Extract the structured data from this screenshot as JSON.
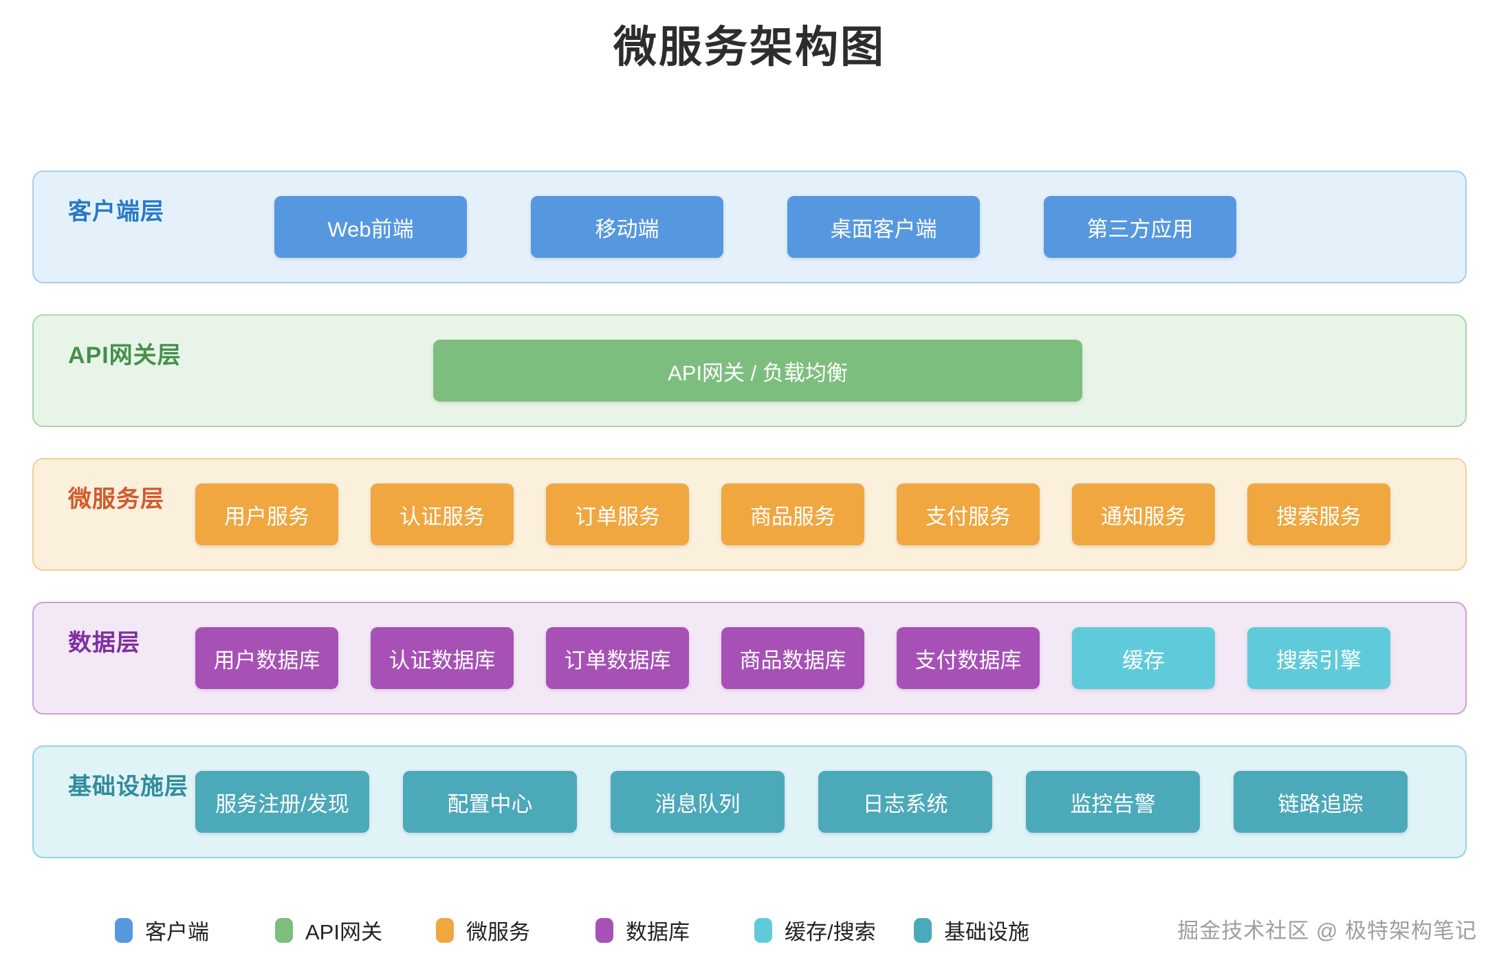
{
  "title": "微服务架构图",
  "watermark": "掘金技术社区 @ 极特架构笔记",
  "layers": {
    "client": {
      "label": "客户端层",
      "boxes": [
        "Web前端",
        "移动端",
        "桌面客户端",
        "第三方应用"
      ]
    },
    "gateway": {
      "label": "API网关层",
      "boxes": [
        "API网关 / 负载均衡"
      ]
    },
    "services": {
      "label": "微服务层",
      "boxes": [
        "用户服务",
        "认证服务",
        "订单服务",
        "商品服务",
        "支付服务",
        "通知服务",
        "搜索服务"
      ]
    },
    "data": {
      "label": "数据层",
      "db_boxes": [
        "用户数据库",
        "认证数据库",
        "订单数据库",
        "商品数据库",
        "支付数据库"
      ],
      "cache_boxes": [
        "缓存",
        "搜索引擎"
      ]
    },
    "infra": {
      "label": "基础设施层",
      "boxes": [
        "服务注册/发现",
        "配置中心",
        "消息队列",
        "日志系统",
        "监控告警",
        "链路追踪"
      ]
    }
  },
  "colors": {
    "client_box": "#5698df",
    "gateway_box": "#7dbe7e",
    "service_box": "#f0a740",
    "db_box": "#a750b6",
    "cache_box": "#5fcbda",
    "infra_box": "#4ba9ba",
    "client_layer_bg": "#e4f1fb",
    "gateway_layer_bg": "#e9f4e9",
    "services_layer_bg": "#fbf0dc",
    "data_layer_bg": "#f3e8f6",
    "infra_layer_bg": "#e0f3f7"
  },
  "legend": {
    "items": [
      {
        "label": "客户端",
        "color": "#5698df"
      },
      {
        "label": "API网关",
        "color": "#7dbe7e"
      },
      {
        "label": "微服务",
        "color": "#f0a740"
      },
      {
        "label": "数据库",
        "color": "#a750b6"
      },
      {
        "label": "缓存/搜索",
        "color": "#5fcbda"
      },
      {
        "label": "基础设施",
        "color": "#4ba9ba"
      }
    ]
  }
}
